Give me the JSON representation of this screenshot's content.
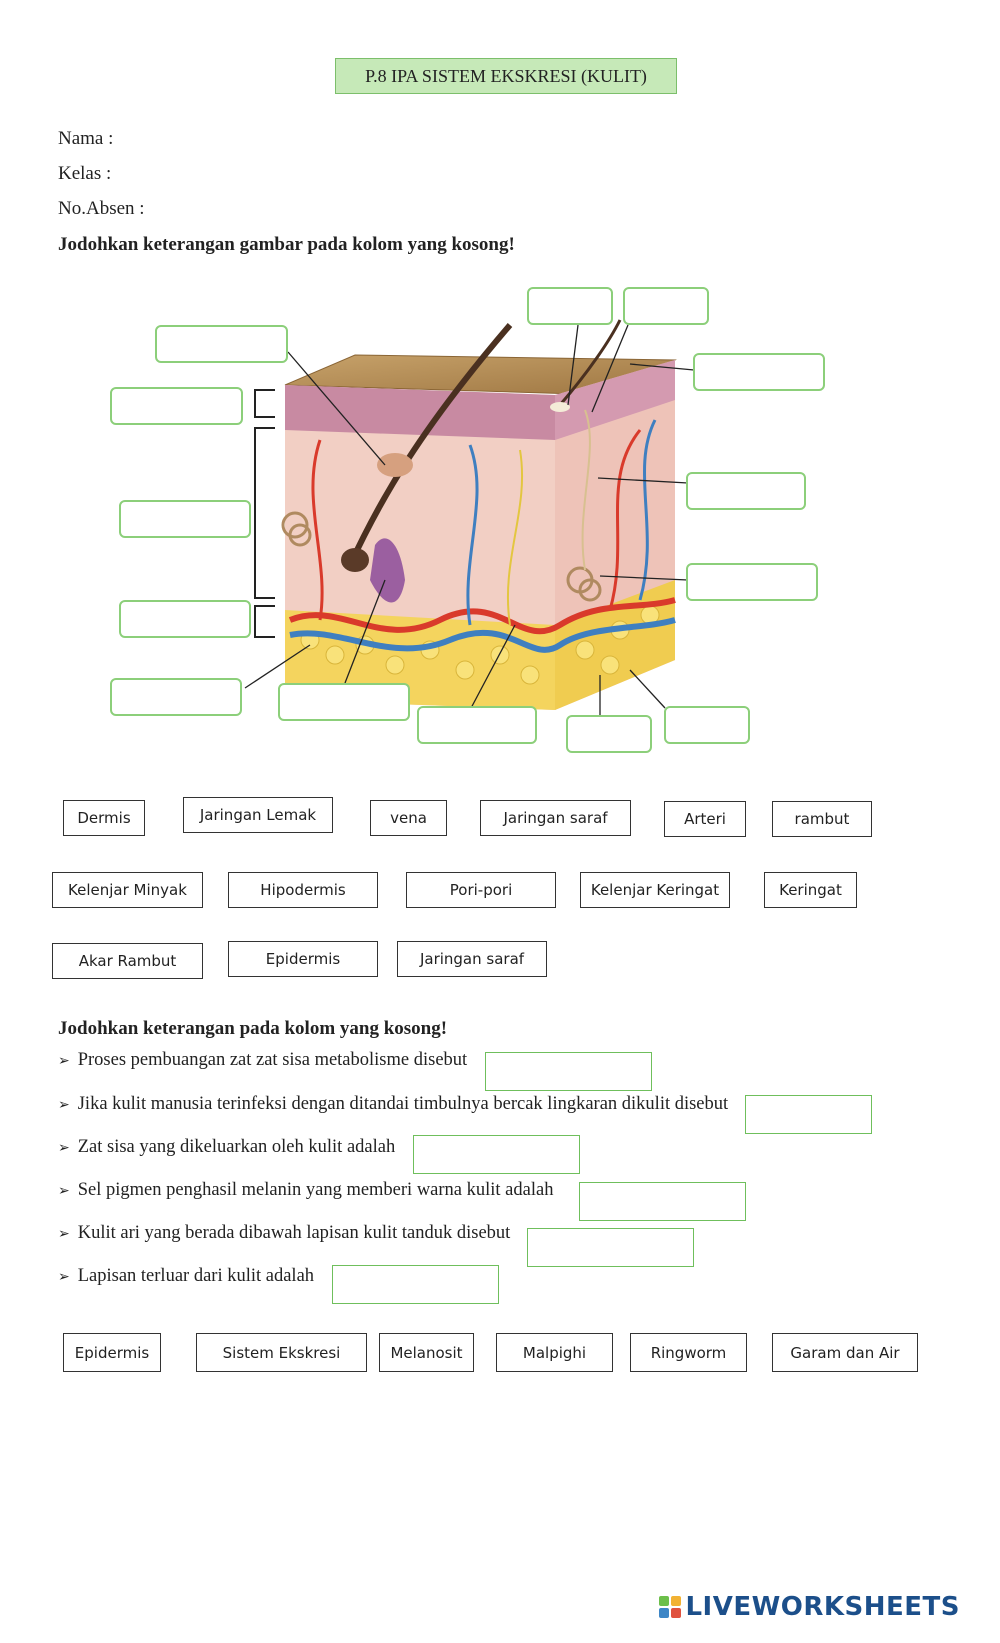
{
  "header": {
    "title": "P.8 IPA SISTEM EKSKRESI (KULIT)"
  },
  "student_info": {
    "name_label": "Nama   :",
    "class_label": "Kelas   :",
    "absen_label": "No.Absen :"
  },
  "section1": {
    "instruction": "Jodohkan keterangan gambar pada kolom yang kosong!",
    "chips": [
      "Dermis",
      "Jaringan Lemak",
      "vena",
      "Jaringan saraf",
      "Arteri",
      "rambut",
      "Kelenjar Minyak",
      "Hipodermis",
      "Pori-pori",
      "Kelenjar Keringat",
      "Keringat",
      "Akar Rambut",
      "Epidermis",
      "Jaringan saraf"
    ]
  },
  "section2": {
    "instruction": "Jodohkan keterangan pada kolom yang kosong!",
    "questions": [
      "Proses pembuangan zat zat sisa metabolisme disebut",
      "Jika kulit manusia terinfeksi dengan ditandai timbulnya bercak lingkaran dikulit disebut",
      "Zat sisa yang dikeluarkan oleh kulit adalah",
      "Sel pigmen penghasil melanin yang memberi warna kulit adalah",
      "Kulit ari yang berada dibawah lapisan kulit tanduk disebut",
      "Lapisan terluar dari kulit adalah"
    ],
    "chips": [
      "Epidermis",
      "Sistem Ekskresi",
      "Melanosit",
      "Malpighi",
      "Ringworm",
      "Garam dan Air"
    ]
  },
  "branding": {
    "logo_text": "LIVEWORKSHEETS",
    "logo_color": "#1c4f8a"
  }
}
